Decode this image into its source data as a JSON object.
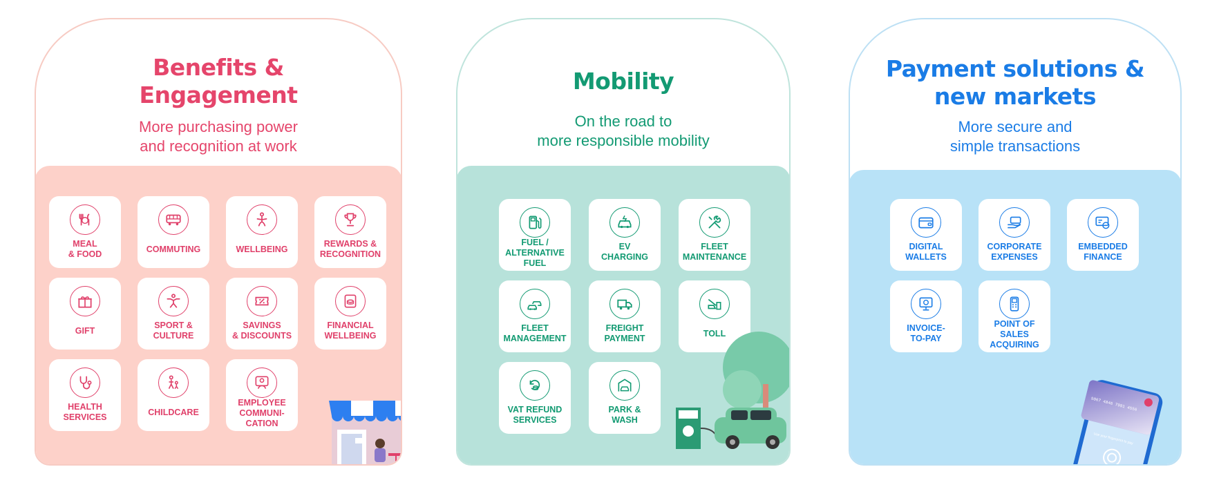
{
  "panels": [
    {
      "title_line1": "Benefits &",
      "title_line2": "Engagement",
      "subtitle_line1": "More purchasing power",
      "subtitle_line2": "and recognition at work",
      "color": "#e5456b",
      "tiles": [
        {
          "label": "MEAL\n& FOOD",
          "icon": "meal-icon"
        },
        {
          "label": "COMMUTING",
          "icon": "bus-icon"
        },
        {
          "label": "WELLBEING",
          "icon": "yoga-icon"
        },
        {
          "label": "REWARDS &\nRECOGNITION",
          "icon": "trophy-icon"
        },
        {
          "label": "GIFT",
          "icon": "gift-icon"
        },
        {
          "label": "SPORT &\nCULTURE",
          "icon": "sport-icon"
        },
        {
          "label": "SAVINGS\n& DISCOUNTS",
          "icon": "discount-icon"
        },
        {
          "label": "FINANCIAL\nWELLBEING",
          "icon": "coins-icon"
        },
        {
          "label": "HEALTH\nSERVICES",
          "icon": "stethoscope-icon"
        },
        {
          "label": "CHILDCARE",
          "icon": "childcare-icon"
        },
        {
          "label": "EMPLOYEE\nCOMMUNI-\nCATION",
          "icon": "communication-icon"
        }
      ]
    },
    {
      "title_line1": "Mobility",
      "subtitle_line1": "On the road to",
      "subtitle_line2": "more responsible mobility",
      "color": "#139a73",
      "tiles": [
        {
          "label": "FUEL /\nALTERNATIVE\nFUEL",
          "icon": "fuel-icon"
        },
        {
          "label": "EV\nCHARGING",
          "icon": "ev-car-icon"
        },
        {
          "label": "FLEET\nMAINTENANCE",
          "icon": "tools-icon"
        },
        {
          "label": "FLEET\nMANAGEMENT",
          "icon": "fleet-icon"
        },
        {
          "label": "FREIGHT\nPAYMENT",
          "icon": "truck-icon"
        },
        {
          "label": "TOLL",
          "icon": "toll-icon"
        },
        {
          "label": "VAT REFUND\nSERVICES",
          "icon": "refund-icon"
        },
        {
          "label": "PARK &\nWASH",
          "icon": "car-wash-icon"
        }
      ]
    },
    {
      "title_line1": "Payment solutions &",
      "title_line2": "new markets",
      "subtitle_line1": "More secure and",
      "subtitle_line2": "simple transactions",
      "color": "#1a7ce6",
      "tiles": [
        {
          "label": "DIGITAL\nWALLETS",
          "icon": "wallet-icon"
        },
        {
          "label": "CORPORATE\nEXPENSES",
          "icon": "card-hand-icon"
        },
        {
          "label": "EMBEDDED\nFINANCE",
          "icon": "finance-icon"
        },
        {
          "label": "INVOICE-\nTO-PAY",
          "icon": "invoice-icon"
        },
        {
          "label": "POINT OF\nSALES\nACQUIRING",
          "icon": "pos-icon"
        }
      ]
    }
  ],
  "card": {
    "number": "5067 4846 7991 4556",
    "tagline": "Use your fingerprint to pay"
  }
}
